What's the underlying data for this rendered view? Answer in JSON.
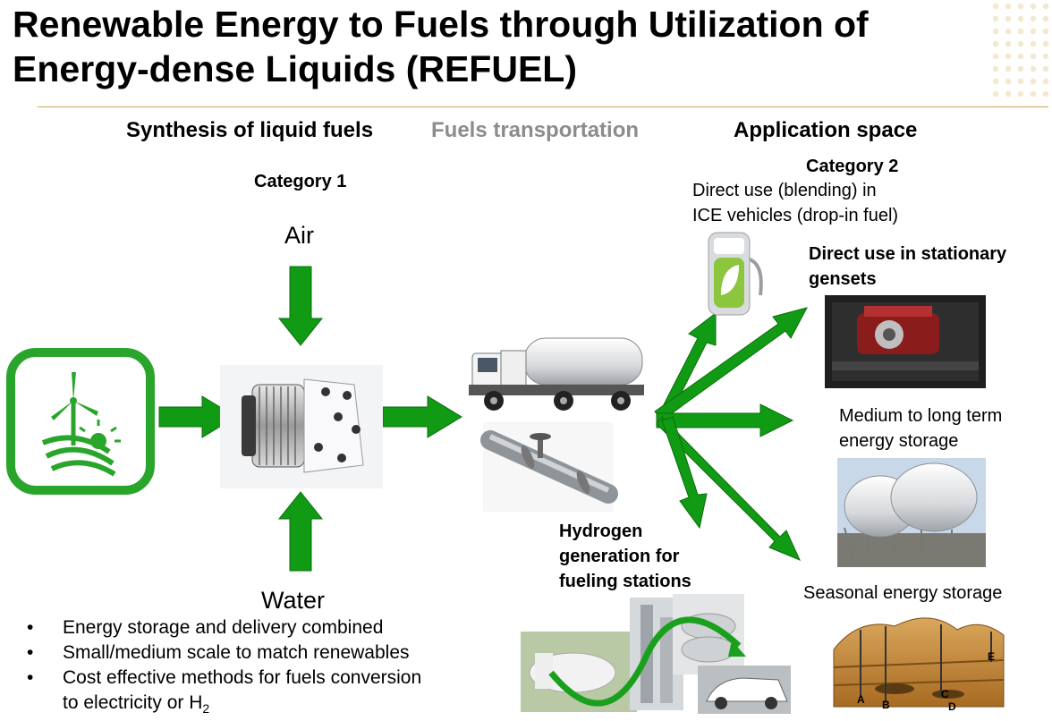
{
  "title": "Renewable Energy to Fuels through Utilization of Energy-dense Liquids (REFUEL)",
  "headers": {
    "synthesis": "Synthesis of liquid fuels",
    "transport": "Fuels transportation",
    "application": "Application space"
  },
  "category1": "Category 1",
  "category2": "Category 2",
  "air": "Air",
  "water": "Water",
  "direct_use_ice_line1": "Direct use (blending) in",
  "direct_use_ice_line2": "ICE vehicles (drop-in fuel)",
  "gensets_line1": "Direct use in stationary",
  "gensets_line2": "gensets",
  "storage_line1": "Medium to long term",
  "storage_line2": "energy storage",
  "seasonal": "Seasonal energy storage",
  "hydrogen_line1": "Hydrogen",
  "hydrogen_line2": "generation for",
  "hydrogen_line3": "fueling stations",
  "bullets": {
    "b1": "Energy storage and delivery combined",
    "b2": "Small/medium scale to match renewables",
    "b3": "Cost effective methods for fuels conversion",
    "b4_pre": "to electricity or H",
    "b4_sub": "2"
  },
  "geology_labels": {
    "a": "A",
    "b": "B",
    "c": "C",
    "d": "D",
    "e": "E"
  },
  "colors": {
    "arrow_green": "#119a13",
    "arrow_outline": "#0b6e0d",
    "icon_green": "#2aa52b",
    "transport_gray": "#8c8c8c",
    "rule": "#c9a35a"
  }
}
